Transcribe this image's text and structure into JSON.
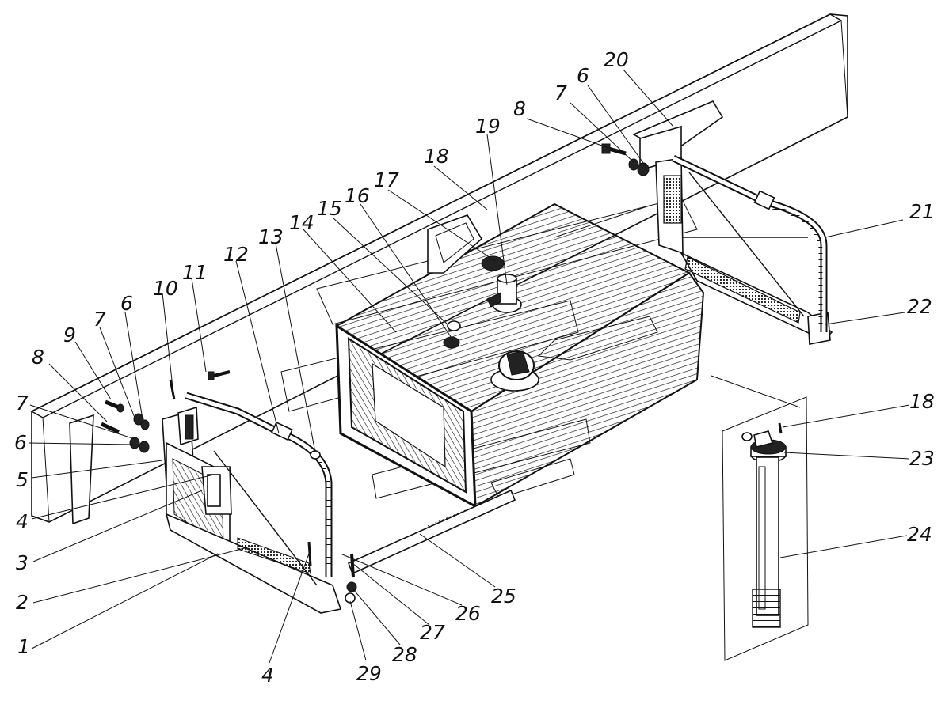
{
  "callouts": [
    {
      "id": "c1",
      "text": "1"
    },
    {
      "id": "c2",
      "text": "2"
    },
    {
      "id": "c3",
      "text": "3"
    },
    {
      "id": "c4a",
      "text": "4"
    },
    {
      "id": "c4b",
      "text": "4"
    },
    {
      "id": "c5",
      "text": "5"
    },
    {
      "id": "c6a",
      "text": "6"
    },
    {
      "id": "c6b",
      "text": "6"
    },
    {
      "id": "c6c",
      "text": "6"
    },
    {
      "id": "c7a",
      "text": "7"
    },
    {
      "id": "c7b",
      "text": "7"
    },
    {
      "id": "c7c",
      "text": "7"
    },
    {
      "id": "c8a",
      "text": "8"
    },
    {
      "id": "c8b",
      "text": "8"
    },
    {
      "id": "c9",
      "text": "9"
    },
    {
      "id": "c10",
      "text": "10"
    },
    {
      "id": "c11",
      "text": "11"
    },
    {
      "id": "c12",
      "text": "12"
    },
    {
      "id": "c13",
      "text": "13"
    },
    {
      "id": "c14",
      "text": "14"
    },
    {
      "id": "c15",
      "text": "15"
    },
    {
      "id": "c16",
      "text": "16"
    },
    {
      "id": "c17",
      "text": "17"
    },
    {
      "id": "c18a",
      "text": "18"
    },
    {
      "id": "c18b",
      "text": "18"
    },
    {
      "id": "c19",
      "text": "19"
    },
    {
      "id": "c20",
      "text": "20"
    },
    {
      "id": "c21",
      "text": "21"
    },
    {
      "id": "c22",
      "text": "22"
    },
    {
      "id": "c23",
      "text": "23"
    },
    {
      "id": "c24",
      "text": "24"
    },
    {
      "id": "c25",
      "text": "25"
    },
    {
      "id": "c26",
      "text": "26"
    },
    {
      "id": "c27",
      "text": "27"
    },
    {
      "id": "c28",
      "text": "28"
    },
    {
      "id": "c29",
      "text": "29"
    }
  ]
}
